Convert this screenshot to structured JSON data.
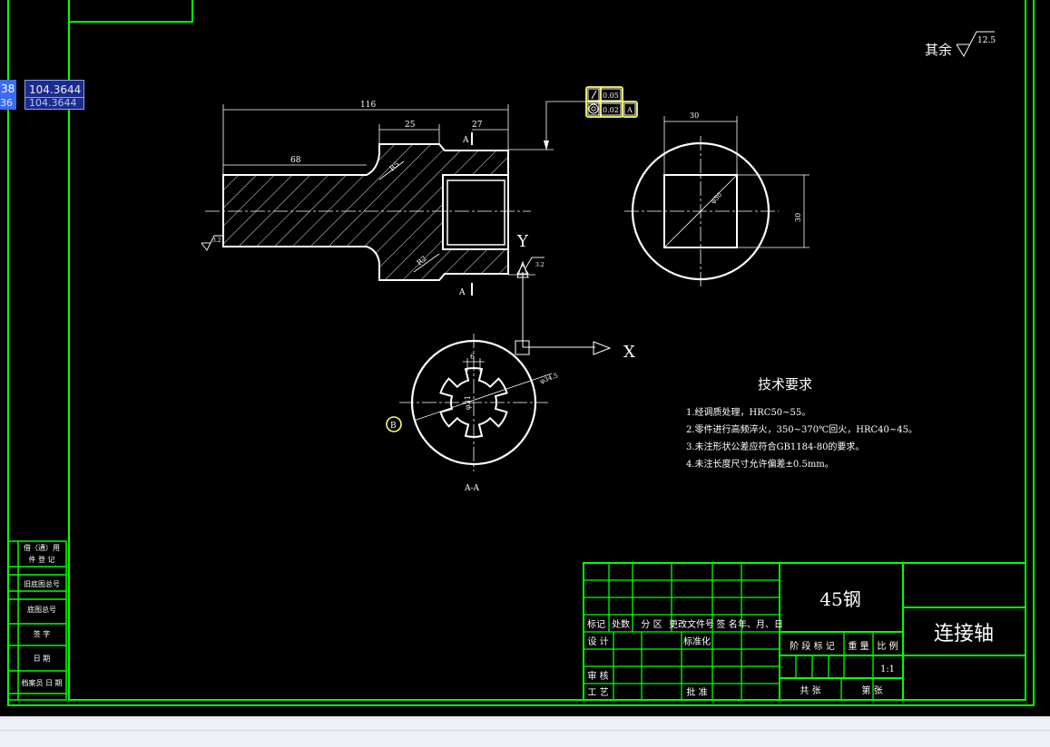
{
  "drawing": {
    "roughness_note": {
      "label": "其余",
      "value": "12.5"
    },
    "front_view": {
      "dim_overall": "116",
      "dim_mid": "25",
      "dim_right": "27",
      "dim_left": "68",
      "section_mark": "A",
      "fillet_upper": "R5",
      "fillet_lower": "R2",
      "roughness_left": "3.2",
      "roughness_right": "3.2"
    },
    "tolerance_frame": {
      "row1_value": "0.05",
      "row2_value": "0.02",
      "row2_datum": "A"
    },
    "side_view": {
      "dim_top": "30",
      "dim_right": "30",
      "dim_diag": "φ50"
    },
    "axes": {
      "y_label": "Y",
      "x_label": "X"
    },
    "section_view": {
      "dim_top": "6",
      "dim_inner": "φ31",
      "dim_outer": "φ34.5",
      "balloon": "B",
      "caption": "A-A"
    },
    "tech_req": {
      "title": "技术要求",
      "items": [
        "1.经调质处理，HRC50~55。",
        "2.零件进行高频淬火，350~370℃回火，HRC40~45。",
        "3.未注形状公差应符合GB1184-80的要求。",
        "4.未注长度尺寸允许偏差±0.5mm。"
      ]
    }
  },
  "left_panel": {
    "rows": [
      "借（通）用",
      "件 登 记",
      "旧底图总号",
      "底图总号",
      "签 字",
      "日 期",
      "档案员 日 期"
    ]
  },
  "title_block": {
    "material": "45钢",
    "part_name": "连接轴",
    "headers": [
      "标记",
      "处数",
      "分 区",
      "更改文件号",
      "签 名",
      "年、月、日"
    ],
    "rows_left": [
      "设 计",
      "审 核",
      "工 艺"
    ],
    "standardize": "标准化",
    "approve": "批 准",
    "stage_mark": "阶 段 标 记",
    "weight": "重 量",
    "scale_label": "比 例",
    "scale_value": "1:1",
    "sheets_total": "共    张",
    "sheet_no": "第    张"
  },
  "dyn_input": {
    "value": "104.3644",
    "ghost": "104.3644",
    "left_value": "38",
    "left_ghost": "36"
  },
  "colors": {
    "background": "#000000",
    "frame": "#00ff00",
    "geometry": "#ffffff",
    "highlight": "#ffff66"
  }
}
